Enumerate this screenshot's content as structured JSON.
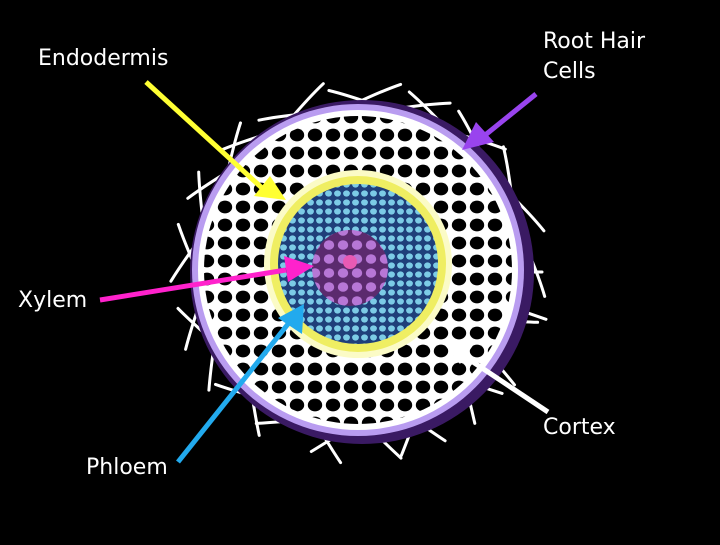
{
  "labels": {
    "endodermis": "Endodermis",
    "root_hair_line1": "Root Hair",
    "root_hair_line2": "Cells",
    "xylem": "Xylem",
    "cortex": "Cortex",
    "phloem": "Phloem"
  },
  "colors": {
    "background": "#000000",
    "endodermis_arrow": "#ffff33",
    "root_hair_arrow": "#9944ee",
    "xylem_arrow": "#ff22cc",
    "phloem_arrow": "#22aaee",
    "cortex_arrow": "#ffffff",
    "outer_ring": "#b99cf0",
    "endodermis_ring": "#f6f68a",
    "stele": "#6ac3de",
    "xylem_core": "#a766c9"
  }
}
